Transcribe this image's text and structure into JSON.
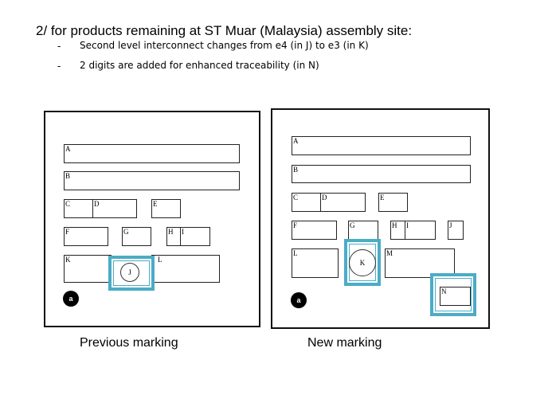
{
  "heading": "2/ for products remaining at ST Muar (Malaysia) assembly site:",
  "bullets": [
    "Second level interconnect changes from e4 (in J) to e3 (in K)",
    "2 digits are added for enhanced traceability (in N)"
  ],
  "bullet_marker": "-",
  "previous": {
    "caption": "Previous marking",
    "fields": {
      "A": "A",
      "B": "B",
      "C": "C",
      "D": "D",
      "E": "E",
      "F": "F",
      "G": "G",
      "H": "H",
      "I": "I",
      "K": "K",
      "L": "L"
    },
    "circle": "J",
    "logo": "a"
  },
  "new": {
    "caption": "New marking",
    "fields": {
      "A": "A",
      "B": "B",
      "C": "C",
      "D": "D",
      "E": "E",
      "F": "F",
      "G": "G",
      "H": "H",
      "I": "I",
      "J": "J",
      "L": "L",
      "M": "M",
      "N": "N"
    },
    "circle": "K",
    "logo": "a"
  },
  "highlight_color": "#4bacc6"
}
